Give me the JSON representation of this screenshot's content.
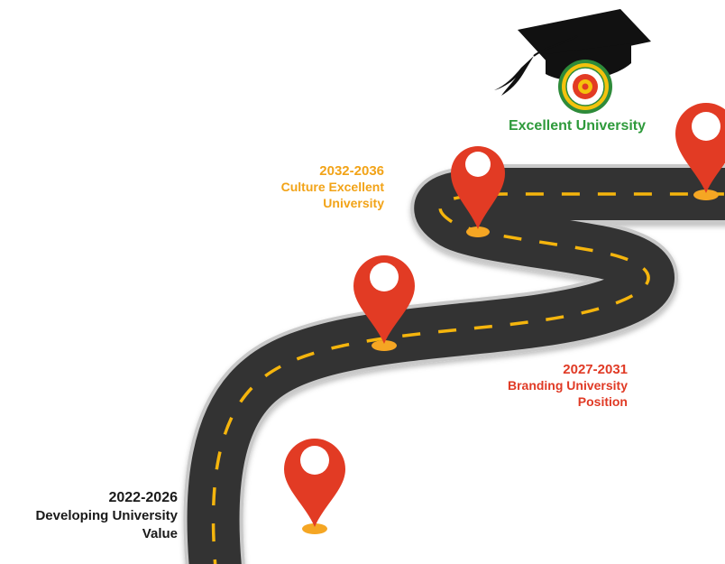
{
  "colors": {
    "road": "#333333",
    "road_edge": "#d8d8d8",
    "lane": "#f5b50d",
    "pin": "#e23b24",
    "pin_base": "#f5a623",
    "text_dark": "#1a1a1a",
    "text_red": "#e03a25",
    "text_orange": "#f2a317",
    "text_green": "#2e9a3b"
  },
  "milestones": [
    {
      "year": "2022-2026",
      "line1": "Developing University",
      "line2": "Value"
    },
    {
      "year": "2027-2031",
      "line1": "Branding University",
      "line2": "Position"
    },
    {
      "year": "2032-2036",
      "line1": "Culture Excellent",
      "line2": "University"
    },
    {
      "title": "Excellent University"
    }
  ],
  "icons": [
    "graduation-cap-icon",
    "university-seal-logo",
    "map-pin-icon"
  ]
}
